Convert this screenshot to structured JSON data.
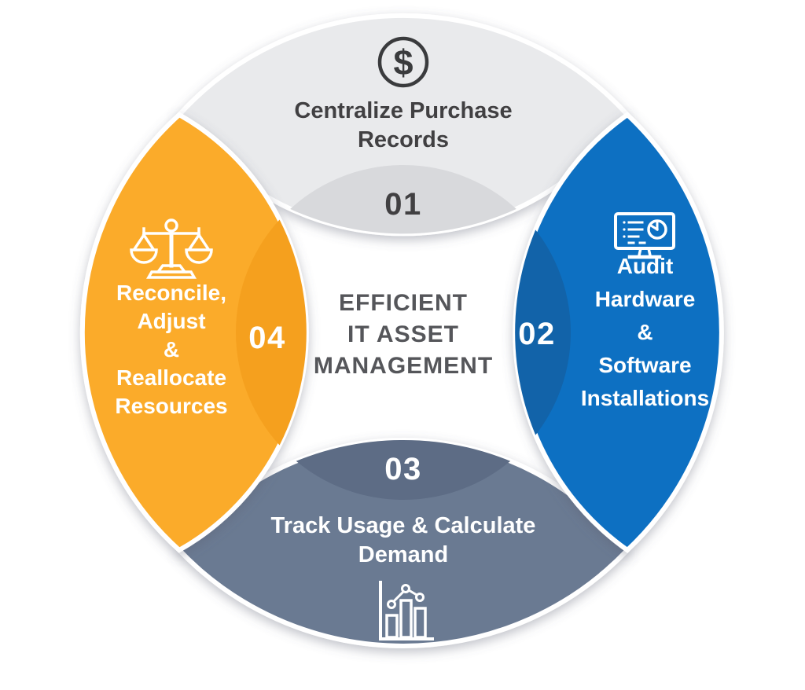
{
  "title": {
    "text": "EFFICIENT\nIT ASSET\nMANAGEMENT",
    "color": "#55565A"
  },
  "segments": [
    {
      "number": "01",
      "label": "Centralize Purchase\nRecords",
      "icon": "dollar-circle-icon",
      "icon_symbol": "$",
      "color": "#E9EAEC",
      "overlap_color": "#D8D9DC",
      "number_color": "#414042",
      "text_color": "#414042"
    },
    {
      "number": "02",
      "label": "Audit\nHardware\n&\nSoftware\nInstallations",
      "icon": "monitor-audit-icon",
      "color": "#1170C2",
      "overlap_color": "#1263A9",
      "number_color": "#FFFFFF",
      "text_color": "#FFFFFF"
    },
    {
      "number": "03",
      "label": "Track Usage & Calculate\nDemand",
      "icon": "bar-chart-icon",
      "color": "#6B7A92",
      "overlap_color": "#5D6C85",
      "number_color": "#FFFFFF",
      "text_color": "#FFFFFF"
    },
    {
      "number": "04",
      "label": "Reconcile,\nAdjust\n&\nReallocate\nResources",
      "icon": "scales-icon",
      "color": "#FBAB2C",
      "overlap_color": "#F5A01E",
      "number_color": "#FFFFFF",
      "text_color": "#FFFFFF"
    }
  ]
}
